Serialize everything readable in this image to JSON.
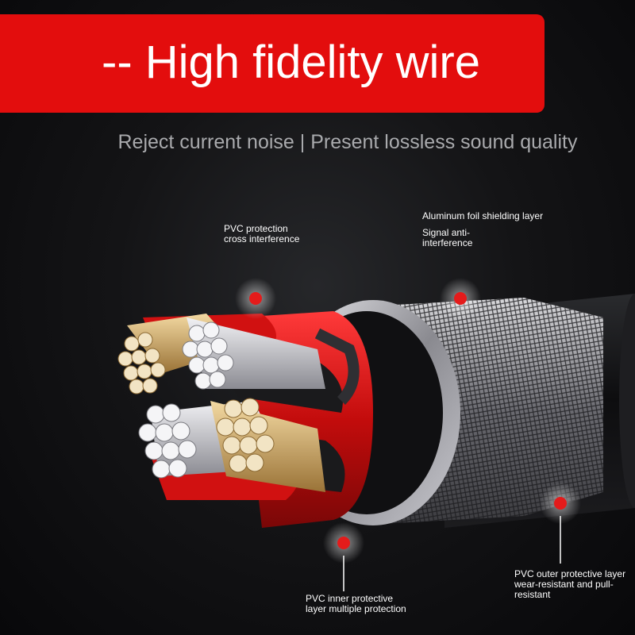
{
  "banner": {
    "title": "-- High fidelity wire",
    "color": "#e30d0d"
  },
  "subtitle": "Reject current noise | Present lossless sound quality",
  "callouts": {
    "pvc_protection": "PVC protection cross interference",
    "foil_shielding": "Aluminum foil shielding layer",
    "signal_anti": "Signal anti-interference",
    "pvc_inner": "PVC inner protective layer multiple protection",
    "pvc_outer": "PVC outer protective layer wear-resistant and pull-resistant"
  },
  "colors": {
    "marker": "#e41b1b",
    "insulation": "#d61414",
    "copper": "#c8a25e",
    "silver": "#d8d8dc"
  },
  "illustration": "cable-cross-section"
}
